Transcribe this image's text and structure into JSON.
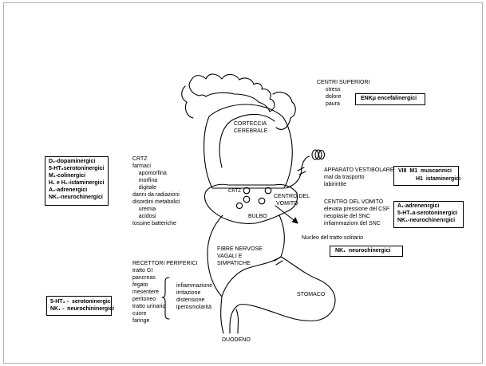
{
  "centri_superiori": {
    "title": "CENTRI SUPERIORI",
    "items": [
      "stress",
      "dolore",
      "paura"
    ],
    "receptor": "ENKμ encefalinergici"
  },
  "corteccia": {
    "line1": "CORTECCIA",
    "line2": "CEREBRALE"
  },
  "crtz_receptors": [
    "D₂-dopaminergici",
    "5-HT₃serotoninergici",
    "M₁-colinergici",
    "H₁ e H₂-istaminergici",
    "A₂-adrenergici",
    "NK₁-neurochinergici"
  ],
  "crtz_list": {
    "title": "CRTZ",
    "lines": [
      "farmaci",
      "    apomorfina",
      "    morfina",
      "    digitale",
      "danni da radiazioni",
      "disordini metabolici",
      "    uremia",
      "    acidosi",
      "tossine batteriche"
    ]
  },
  "apparato_vestibolare": {
    "title": "APPARATO VESTIBOLARE",
    "line2": "mal da trasporto",
    "line3": "labirintite",
    "receptor1": "VIII  M1  muscarinici",
    "receptor2": "H1  istaminergici"
  },
  "centro_vomito": {
    "title": "CENTRO DEL VOMITO",
    "lines": [
      "elevata pressione del CSF",
      "neoplasie del SNC",
      "infiammazioni del SNC"
    ],
    "receptors": [
      "A₁-adrenenrgici",
      "5-HT₁a-serotoninergici",
      "NK₁-neurochinenrgici"
    ]
  },
  "brain_labels": {
    "crtz": "CRTZ",
    "centro_line1": "CENTRO DEL",
    "centro_line2": "VOMITO",
    "bulbo": "BULBO"
  },
  "nucleo": {
    "label": "Nucleo del tratto solitario",
    "receptor": "NK₁  neurochinergici"
  },
  "fibre": {
    "line1": "FIBRE NERVOSE",
    "line2": "VAGALI E",
    "line3": "SIMPATICHE"
  },
  "recettori_periferici": {
    "title": "RECETTORI PERIFERICI",
    "organs": [
      "tratto GI",
      "pancreas",
      "fegato",
      "mesentere",
      "peritoneo",
      "tratto urinario",
      "cuore",
      "faringe"
    ],
    "stimuli": [
      "infiammazione",
      "irritazione",
      "distensione",
      "iperosmolarità"
    ],
    "receptors": [
      "5-HT₃ -  serotoninergici",
      "NK₁ -  neurochininergici"
    ]
  },
  "stomaco": "STOMACO",
  "duodeno": "DUODENO",
  "colors": {
    "ink": "#000000",
    "frame": "#b0b0b0",
    "background": "#ffffff"
  }
}
